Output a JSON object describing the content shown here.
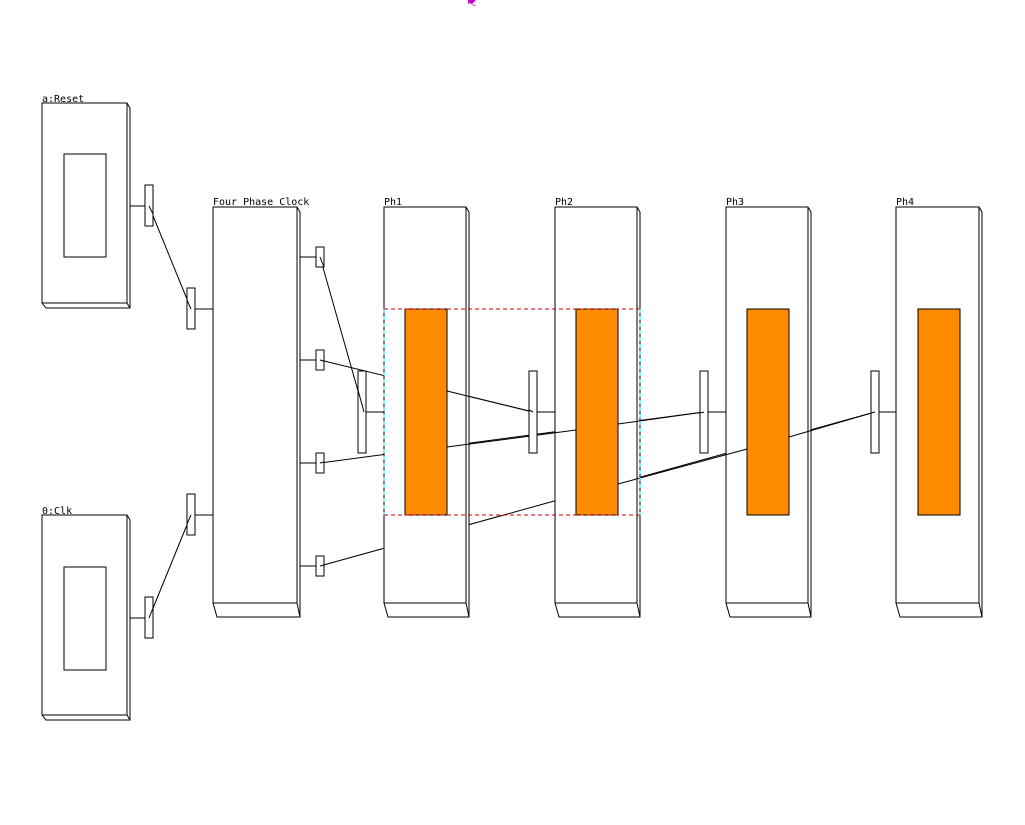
{
  "modules": {
    "reset": {
      "label": "a:Reset"
    },
    "clk": {
      "label": "0:Clk"
    },
    "four_phase_clock": {
      "label": "Four_Phase_Clock"
    },
    "ph1": {
      "label": "Ph1"
    },
    "ph2": {
      "label": "Ph2"
    },
    "ph3": {
      "label": "Ph3"
    },
    "ph4": {
      "label": "Ph4"
    }
  },
  "colors": {
    "highlight": "#ff8c00",
    "selection_h": "#cc0000",
    "selection_v": "#00e5ff",
    "cursor": "#cc00cc"
  }
}
